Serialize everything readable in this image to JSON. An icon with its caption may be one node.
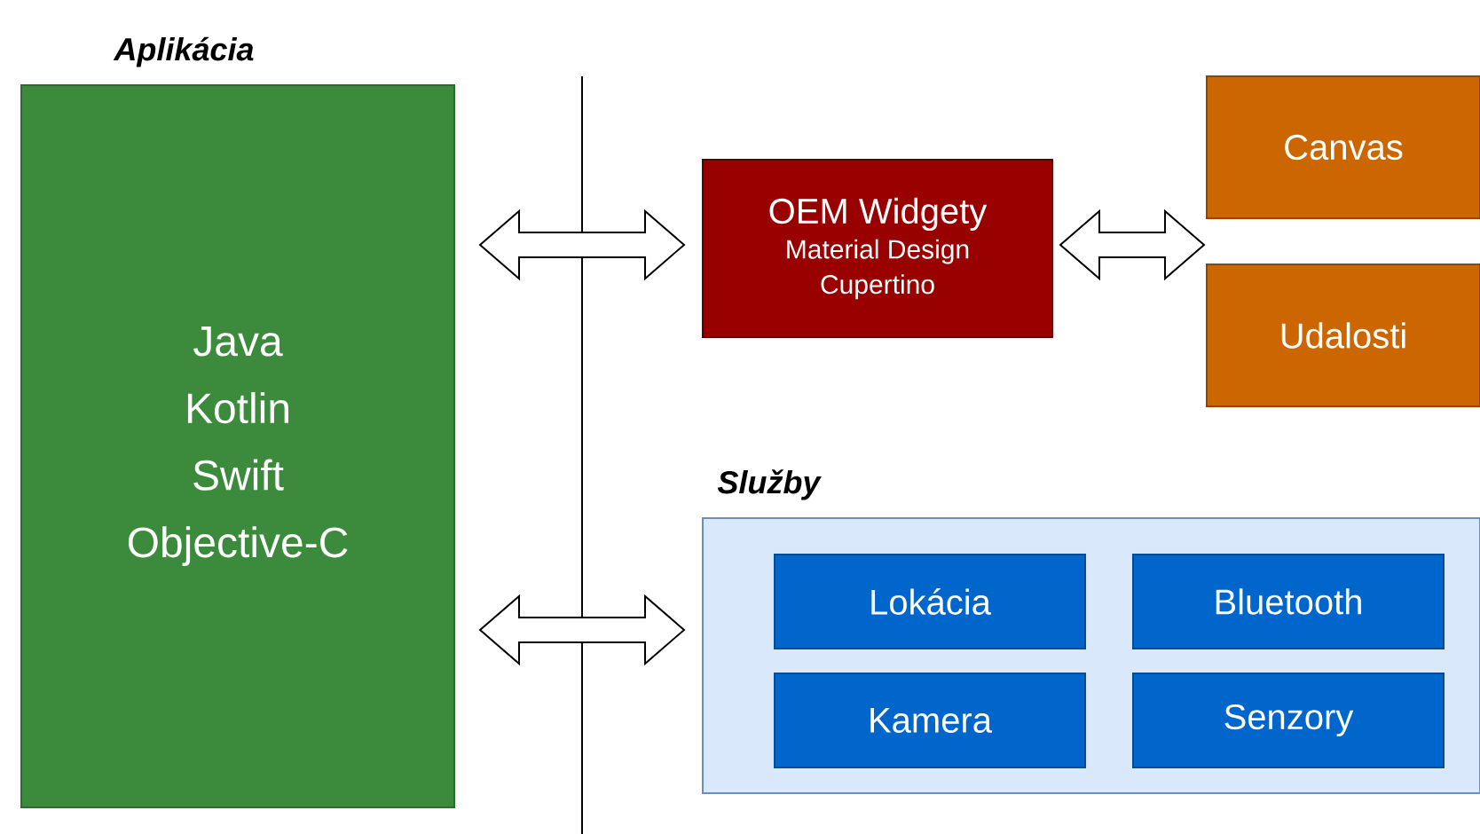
{
  "diagram": {
    "nodes": [
      {
        "text": [
          "Aplikácia",
          "Java Kotlin Swift Objective-C"
        ]
      },
      {
        "text": [
          "OEM Widgety",
          "Material Design Cupertino"
        ]
      },
      {
        "text": [
          "Canvas"
        ]
      },
      {
        "text": [
          "Udalosti"
        ]
      },
      {
        "text": [
          "Služby"
        ]
      },
      {
        "text": [
          "Lokácia"
        ],
        "in": 4
      },
      {
        "text": [
          "Bluetooth"
        ],
        "in": 4
      },
      {
        "text": [
          "Kamera"
        ],
        "in": 4
      },
      {
        "text": [
          "Senzory"
        ],
        "in": 4
      }
    ],
    "edges": [
      {
        "from": 0,
        "to": 1,
        "arrow": "both"
      },
      {
        "from": 1,
        "to": 2,
        "arrow": "both"
      },
      {
        "from": 1,
        "to": 3,
        "arrow": "both"
      },
      {
        "from": 0,
        "to": 4,
        "arrow": "both"
      }
    ]
  }
}
